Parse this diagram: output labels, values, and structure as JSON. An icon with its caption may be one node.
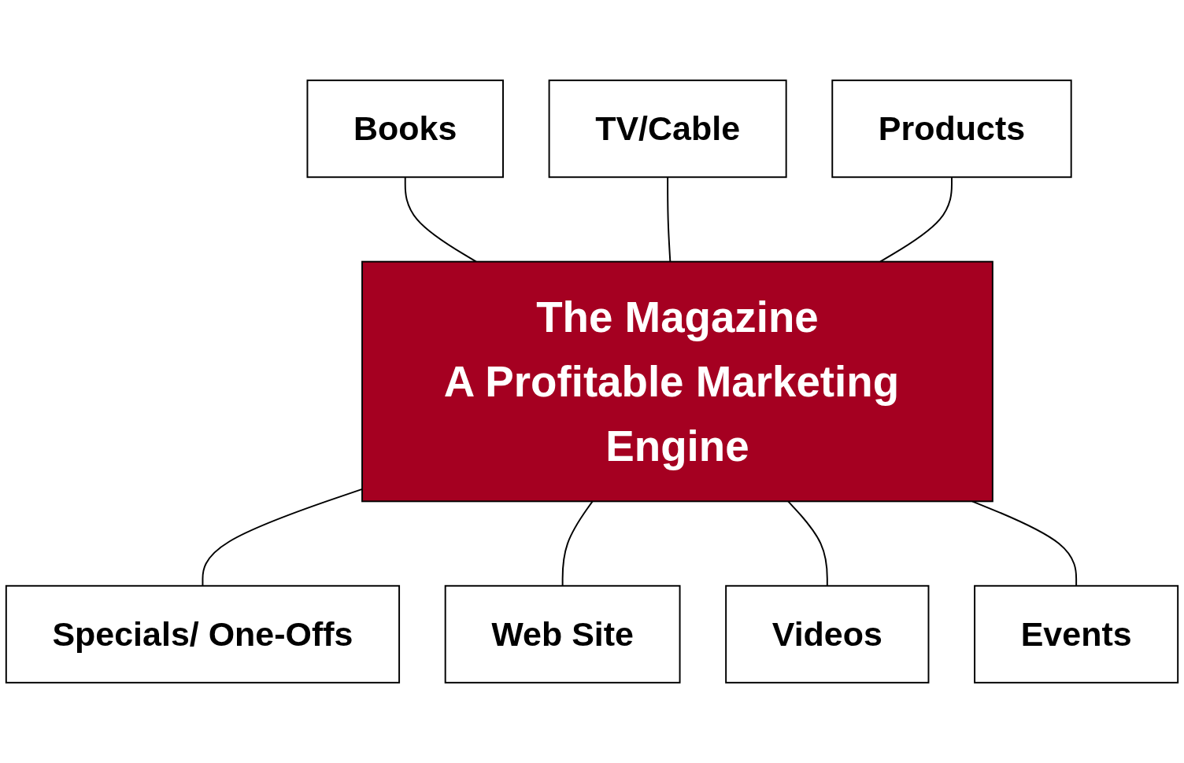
{
  "diagram": {
    "nodes": [
      {
        "text": [
          "TV/Cable"
        ]
      },
      {
        "text": [
          "Books"
        ]
      },
      {
        "text": [
          "Products"
        ]
      },
      {
        "text": [
          "The Magazine",
          "A Profitable Marketing Engine"
        ]
      },
      {
        "text": [
          "Specials/ One-Offs"
        ]
      },
      {
        "text": [
          "Web Site"
        ]
      },
      {
        "text": [
          "Videos"
        ]
      },
      {
        "text": [
          "Events"
        ]
      }
    ],
    "edges": [
      {
        "from": 1,
        "to": 3,
        "arrow": "none"
      },
      {
        "from": 0,
        "to": 3,
        "arrow": "none"
      },
      {
        "from": 2,
        "to": 3,
        "arrow": "none"
      },
      {
        "from": 3,
        "to": 4,
        "arrow": "none"
      },
      {
        "from": 3,
        "to": 5,
        "arrow": "none"
      },
      {
        "from": 3,
        "to": 6,
        "arrow": "none"
      },
      {
        "from": 3,
        "to": 7,
        "arrow": "none"
      }
    ]
  }
}
